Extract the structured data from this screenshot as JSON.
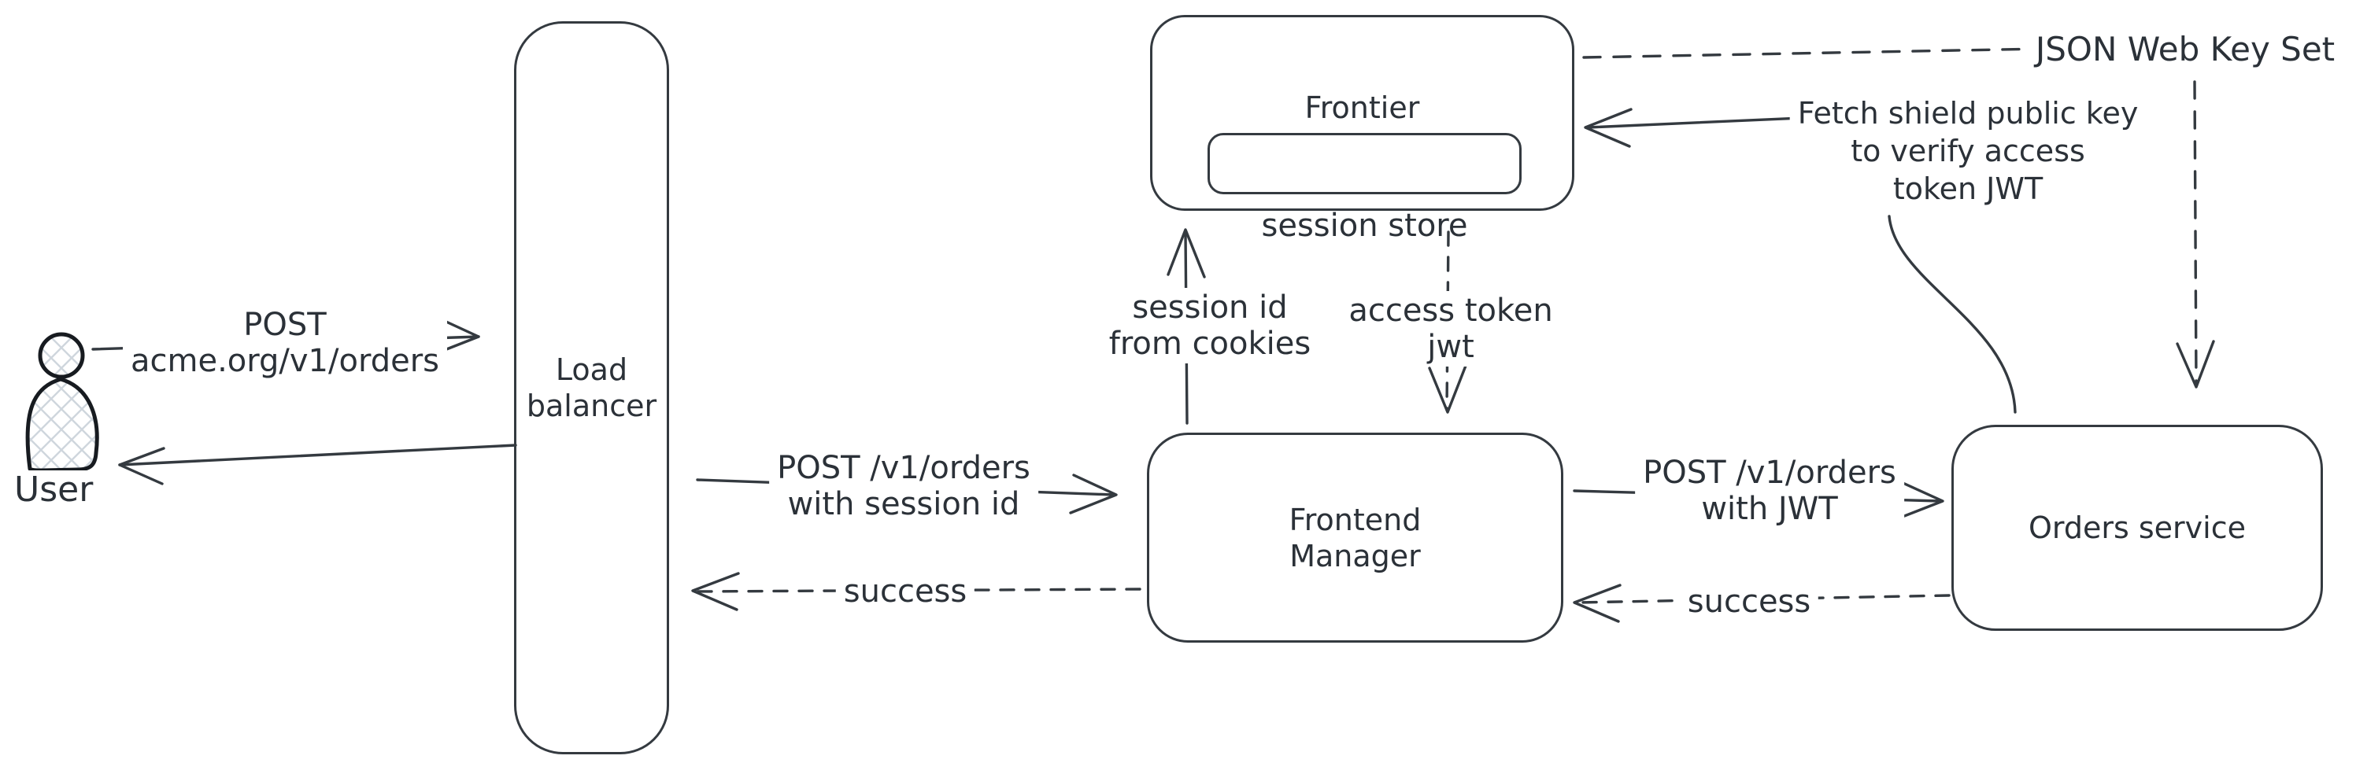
{
  "diagram": {
    "nodes": {
      "user": {
        "label": "User"
      },
      "load_balancer": {
        "line1": "Load",
        "line2": "balancer"
      },
      "frontier": {
        "label": "Frontier"
      },
      "session_store": {
        "label": "session store"
      },
      "frontend_manager": {
        "line1": "Frontend",
        "line2": "Manager"
      },
      "orders_service": {
        "label": "Orders service"
      }
    },
    "edges": {
      "user_to_lb": {
        "line1": "POST",
        "line2": "acme.org/v1/orders"
      },
      "lb_to_fm": {
        "line1": "POST /v1/orders",
        "line2": "with session id"
      },
      "fm_to_lb_success": {
        "label": "success"
      },
      "fm_to_frontier_session": {
        "line1": "session id",
        "line2": "from cookies"
      },
      "frontier_to_fm_token": {
        "line1": "access token",
        "line2": "jwt"
      },
      "fm_to_orders": {
        "line1": "POST /v1/orders",
        "line2": "with JWT"
      },
      "orders_to_fm_success": {
        "label": "success"
      },
      "orders_to_frontier_fetch": {
        "line1": "Fetch shield public key",
        "line2": "to verify access",
        "line3": "token JWT"
      },
      "frontier_jwks": {
        "label": "JSON Web Key Set"
      }
    },
    "colors": {
      "stroke": "#343a40",
      "text": "#2b3138",
      "hatch": "#cfd6dd",
      "background": "#ffffff"
    }
  }
}
